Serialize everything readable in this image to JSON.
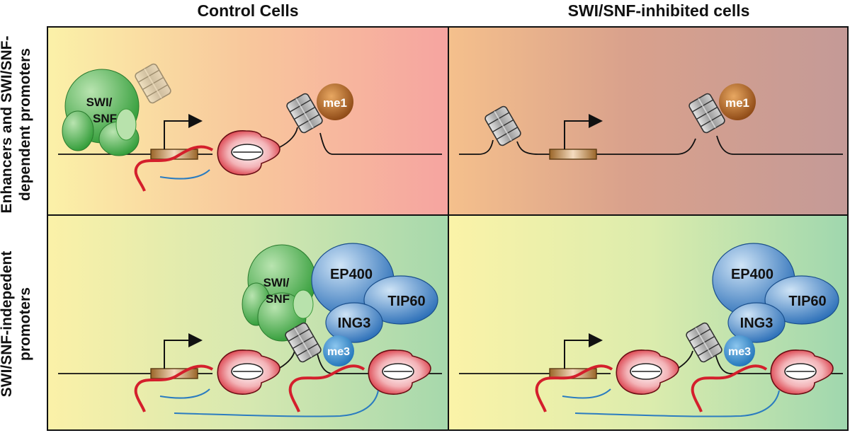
{
  "columns": {
    "control": "Control Cells",
    "inhibited": "SWI/SNF-inhibited cells"
  },
  "rows": {
    "top": [
      "Enhancers and SWI/SNF-",
      "dependent promoters"
    ],
    "bottom": [
      "SWI/SNF-indepedent",
      "promoters"
    ]
  },
  "labels": {
    "swi_snf_line1": "SWI/",
    "swi_snf_line2": "SNF",
    "me1": "me1",
    "me3": "me3",
    "ep400": "EP400",
    "tip60": "TIP60",
    "ing3": "ING3"
  },
  "colors": {
    "green_complex": "#3aa83f",
    "rna_polymerase": "#d8232e",
    "histone_mark_me1": "#a0541a",
    "histone_mark_me3": "#2e86c8",
    "ep400_complex": "#2b76c0",
    "rna_transcript": "#2b7cc0",
    "promoter_box": "#b07a3c"
  }
}
